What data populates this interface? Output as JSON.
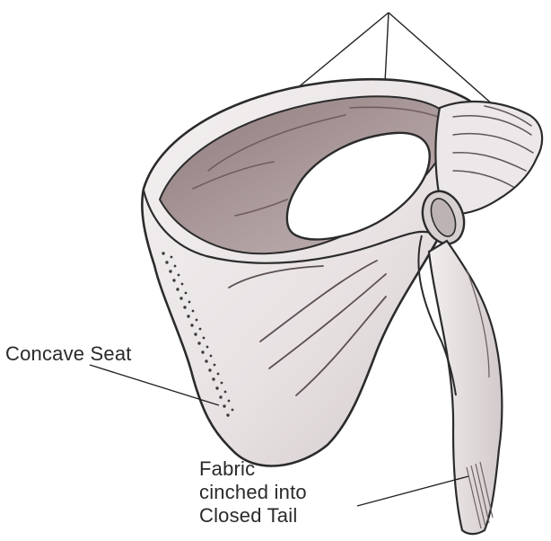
{
  "labels": {
    "concave_seat": "Concave Seat",
    "tail_line_1": "Fabric",
    "tail_line_2": "cinched into",
    "tail_line_3": "Closed Tail"
  },
  "colors": {
    "outline": "#2b2b2b",
    "fabric_outer": "#e9e4e4",
    "fabric_inner": "#9c8a8b",
    "fabric_inner_light": "#b9a9aa",
    "fold_shade": "#cfc7c8",
    "leader_line": "#222222"
  }
}
